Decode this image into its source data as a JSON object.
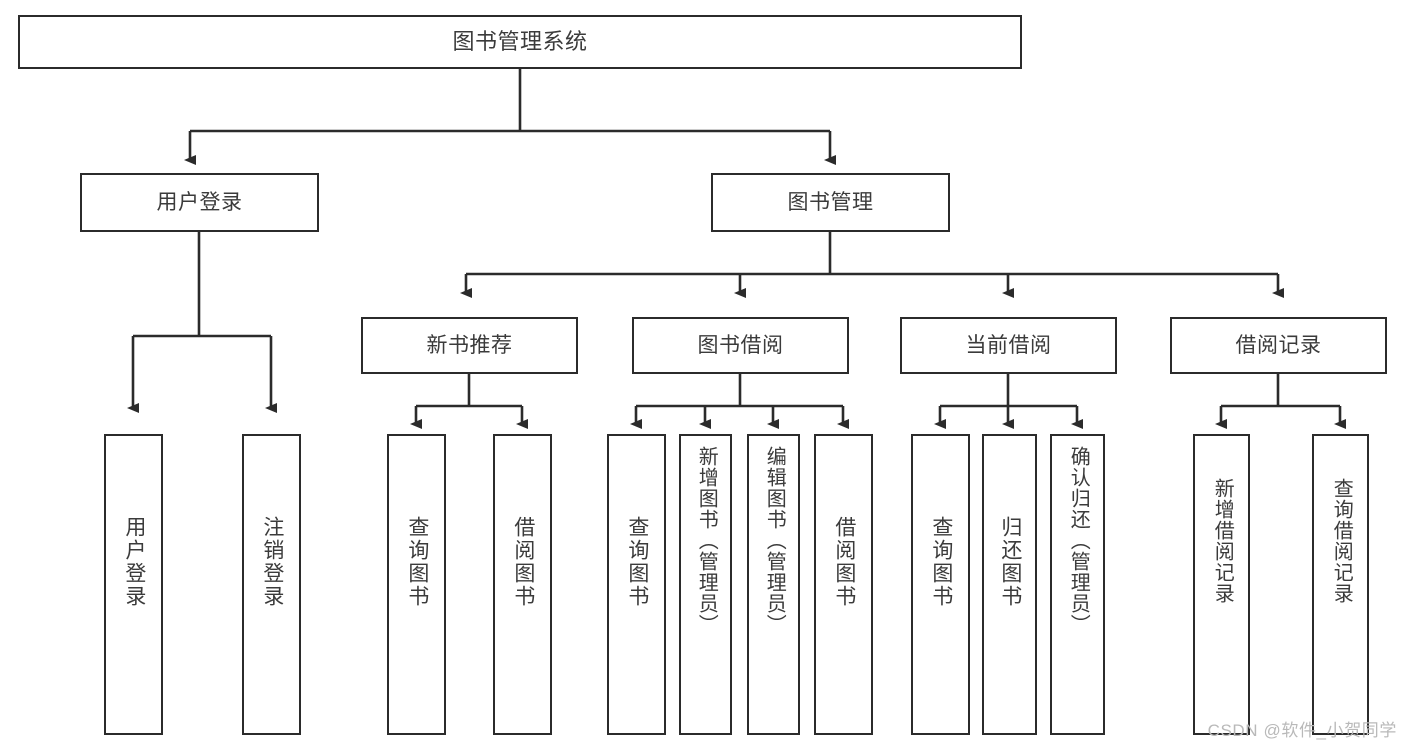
{
  "diagram": {
    "type": "tree-hierarchy-chart",
    "title": "图书管理系统",
    "root": {
      "id": "root",
      "label": "图书管理系统"
    },
    "level1": [
      {
        "id": "user-login",
        "label": "用户登录"
      },
      {
        "id": "book-manage",
        "label": "图书管理"
      }
    ],
    "level2": [
      {
        "id": "new-book-recommend",
        "label": "新书推荐",
        "parent": "book-manage"
      },
      {
        "id": "book-borrow",
        "label": "图书借阅",
        "parent": "book-manage"
      },
      {
        "id": "current-borrow",
        "label": "当前借阅",
        "parent": "book-manage"
      },
      {
        "id": "borrow-record",
        "label": "借阅记录",
        "parent": "book-manage"
      }
    ],
    "leaves": [
      {
        "id": "leaf-user-login",
        "label": "用户登录",
        "parent": "user-login"
      },
      {
        "id": "leaf-logout",
        "label": "注销登录",
        "parent": "user-login"
      },
      {
        "id": "leaf-query-book-1",
        "label": "查询图书",
        "parent": "new-book-recommend"
      },
      {
        "id": "leaf-borrow-book-1",
        "label": "借阅图书",
        "parent": "new-book-recommend"
      },
      {
        "id": "leaf-query-book-2",
        "label": "查询图书",
        "parent": "book-borrow"
      },
      {
        "id": "leaf-add-book",
        "label": "新增图书（管理员）",
        "parent": "book-borrow"
      },
      {
        "id": "leaf-edit-book",
        "label": "编辑图书（管理员）",
        "parent": "book-borrow"
      },
      {
        "id": "leaf-borrow-book-2",
        "label": "借阅图书",
        "parent": "book-borrow"
      },
      {
        "id": "leaf-query-book-3",
        "label": "查询图书",
        "parent": "current-borrow"
      },
      {
        "id": "leaf-return-book",
        "label": "归还图书",
        "parent": "current-borrow"
      },
      {
        "id": "leaf-confirm-return",
        "label": "确认归还（管理员）",
        "parent": "current-borrow"
      },
      {
        "id": "leaf-add-record",
        "label": "新增借阅记录",
        "parent": "borrow-record"
      },
      {
        "id": "leaf-query-record",
        "label": "查询借阅记录",
        "parent": "borrow-record"
      }
    ],
    "colors": {
      "stroke": "#2b2b2b",
      "box_fill": "#ffffff",
      "text": "#3b3b3b",
      "watermark": "#b9b9b9"
    }
  },
  "watermark": {
    "text": "CSDN @软件_小贺同学"
  }
}
